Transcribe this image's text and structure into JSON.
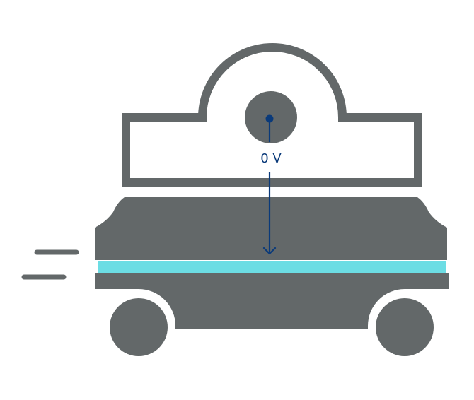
{
  "diagram": {
    "type": "robot-vehicle-illustration",
    "voltage_label": "0 V",
    "colors": {
      "body": "#636869",
      "band": "#6cdde4",
      "arrow": "#0a3a7a",
      "background": "#ffffff"
    },
    "parts": [
      "top-dome-outline",
      "top-housing-outline",
      "sensor-disc",
      "upper-body",
      "cyan-band",
      "lower-bumper",
      "chassis",
      "left-wheel",
      "right-wheel",
      "motion-lines",
      "voltage-arrow"
    ]
  }
}
